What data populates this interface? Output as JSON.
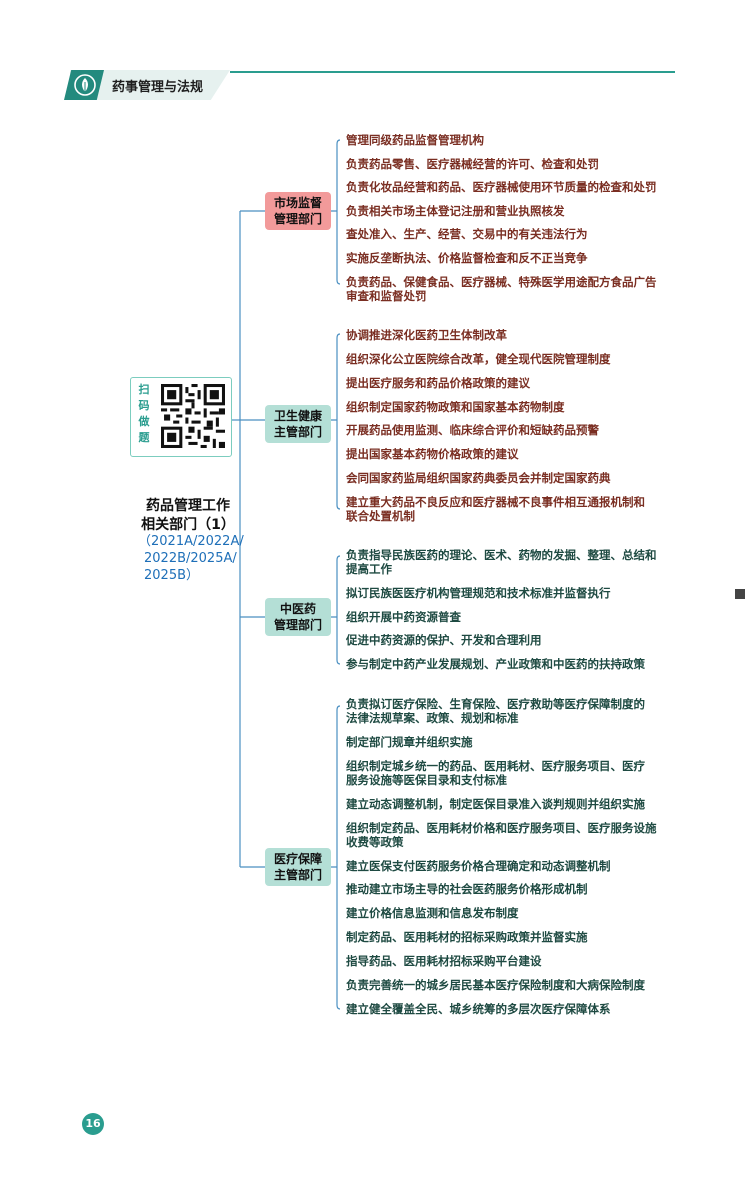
{
  "header": {
    "title": "药事管理与法规"
  },
  "scan": {
    "label": [
      "扫",
      "码",
      "做",
      "题"
    ]
  },
  "center": {
    "title_line1": "药品管理工作",
    "title_line2": "相关部门（1）",
    "sub_line1": "（2021A/2022A/",
    "sub_line2": "2022B/2025A/",
    "sub_line3": "2025B）"
  },
  "branches": [
    {
      "line1": "市场监督",
      "line2": "管理部门",
      "items": [
        [
          "管理同级药品监督管理机构"
        ],
        [
          "负责药品零售、医疗器械经营的许可、检查和处罚"
        ],
        [
          "负责化妆品经营和药品、医疗器械使用环节质量的检查和处罚"
        ],
        [
          "负责相关市场主体登记注册和营业执照核发"
        ],
        [
          "查处准入、生产、经营、交易中的有关违法行为"
        ],
        [
          "实施反垄断执法、价格监督检查和反不正当竞争"
        ],
        [
          "负责药品、保健食品、医疗器械、特殊医学用途配方食品广告",
          "审查和监督处罚"
        ]
      ]
    },
    {
      "line1": "卫生健康",
      "line2": "主管部门",
      "items": [
        [
          "协调推进深化医药卫生体制改革"
        ],
        [
          "组织深化公立医院综合改革，健全现代医院管理制度"
        ],
        [
          "提出医疗服务和药品价格政策的建议"
        ],
        [
          "组织制定国家药物政策和国家基本药物制度"
        ],
        [
          "开展药品使用监测、临床综合评价和短缺药品预警"
        ],
        [
          "提出国家基本药物价格政策的建议"
        ],
        [
          "会同国家药监局组织国家药典委员会并制定国家药典"
        ],
        [
          "建立重大药品不良反应和医疗器械不良事件相互通报机制和",
          "联合处置机制"
        ]
      ]
    },
    {
      "line1": "中医药",
      "line2": "管理部门",
      "items": [
        [
          "负责指导民族医药的理论、医术、药物的发掘、整理、总结和",
          "提高工作"
        ],
        [
          "拟订民族医医疗机构管理规范和技术标准并监督执行"
        ],
        [
          "组织开展中药资源普查"
        ],
        [
          "促进中药资源的保护、开发和合理利用"
        ],
        [
          "参与制定中药产业发展规划、产业政策和中医药的扶持政策"
        ]
      ]
    },
    {
      "line1": "医疗保障",
      "line2": "主管部门",
      "items": [
        [
          "负责拟订医疗保险、生育保险、医疗救助等医疗保障制度的",
          "法律法规草案、政策、规划和标准"
        ],
        [
          "制定部门规章并组织实施"
        ],
        [
          "组织制定城乡统一的药品、医用耗材、医疗服务项目、医疗",
          "服务设施等医保目录和支付标准"
        ],
        [
          "建立动态调整机制，制定医保目录准入谈判规则并组织实施"
        ],
        [
          "组织制定药品、医用耗材价格和医疗服务项目、医疗服务设施",
          "收费等政策"
        ],
        [
          "建立医保支付医药服务价格合理确定和动态调整机制"
        ],
        [
          "推动建立市场主导的社会医药服务价格形成机制"
        ],
        [
          "建立价格信息监测和信息发布制度"
        ],
        [
          "制定药品、医用耗材的招标采购政策并监督实施"
        ],
        [
          "指导药品、医用耗材招标采购平台建设"
        ],
        [
          "负责完善统一的城乡居民基本医疗保险制度和大病保险制度"
        ],
        [
          "建立健全覆盖全民、城乡统筹的多层次医疗保障体系"
        ]
      ]
    }
  ],
  "page_number": "16",
  "colors": {
    "accent": "#2a9d8f",
    "branch1": "#f29a9a",
    "branch_other": "#b4dfd6",
    "red_text": "#7a2e22",
    "green_text": "#1e4a42"
  }
}
